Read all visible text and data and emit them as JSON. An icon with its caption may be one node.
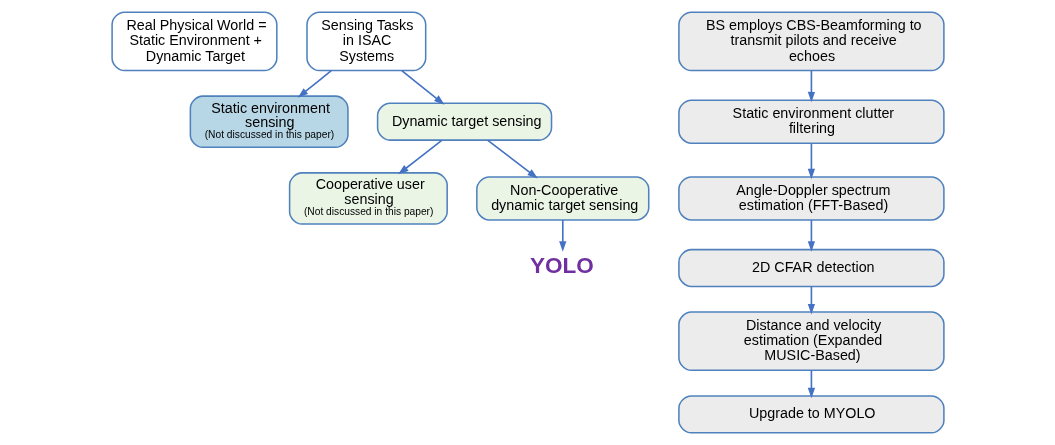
{
  "diagram": {
    "nodes": [
      {
        "text": [
          "Real Physical World = Static Environment + Dynamic Target"
        ]
      },
      {
        "text": [
          "Sensing Tasks in ISAC Systems"
        ]
      },
      {
        "text": [
          "Static environment sensing",
          "(Not discussed in this paper)"
        ]
      },
      {
        "text": [
          "Dynamic target sensing"
        ]
      },
      {
        "text": [
          "Cooperative user sensing",
          "(Not discussed in this paper)"
        ]
      },
      {
        "text": [
          "Non-Cooperative dynamic target sensing"
        ]
      },
      {
        "text": [
          "YOLO"
        ]
      },
      {
        "text": [
          "BS employs CBS-Beamforming to transmit pilots and receive echoes"
        ]
      },
      {
        "text": [
          "Static environment clutter filtering"
        ]
      },
      {
        "text": [
          "Angle-Doppler spectrum estimation (FFT-Based)"
        ]
      },
      {
        "text": [
          "2D CFAR detection"
        ]
      },
      {
        "text": [
          "Distance and velocity estimation (Expanded MUSIC-Based)"
        ]
      },
      {
        "text": [
          "Upgrade to MYOLO"
        ]
      }
    ],
    "edges": [
      {
        "from": 1,
        "to": 2,
        "arrow": "to"
      },
      {
        "from": 1,
        "to": 3,
        "arrow": "to"
      },
      {
        "from": 3,
        "to": 4,
        "arrow": "to"
      },
      {
        "from": 3,
        "to": 5,
        "arrow": "to"
      },
      {
        "from": 5,
        "to": 6,
        "arrow": "to"
      },
      {
        "from": 7,
        "to": 8,
        "arrow": "to"
      },
      {
        "from": 8,
        "to": 9,
        "arrow": "to"
      },
      {
        "from": 9,
        "to": 10,
        "arrow": "to"
      },
      {
        "from": 10,
        "to": 11,
        "arrow": "to"
      },
      {
        "from": 11,
        "to": 12,
        "arrow": "to"
      }
    ]
  }
}
